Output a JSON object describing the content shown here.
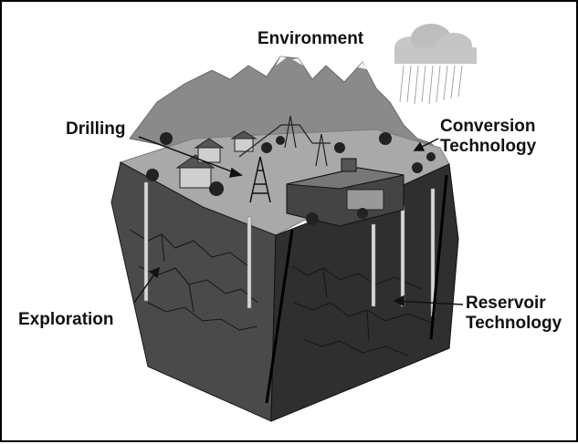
{
  "labels": {
    "environment": "Environment",
    "drilling": "Drilling",
    "conversion": [
      "Conversion",
      "Technology"
    ],
    "exploration": "Exploration",
    "reservoir": [
      "Reservoir",
      "Technology"
    ]
  },
  "colors": {
    "mountains": "#8a8a8a",
    "surface": "#a9a9a9",
    "front_face": "#4a4a4a",
    "right_face": "#2f2f2f",
    "fractures": "#151515",
    "wells": "#d8d8d8"
  }
}
